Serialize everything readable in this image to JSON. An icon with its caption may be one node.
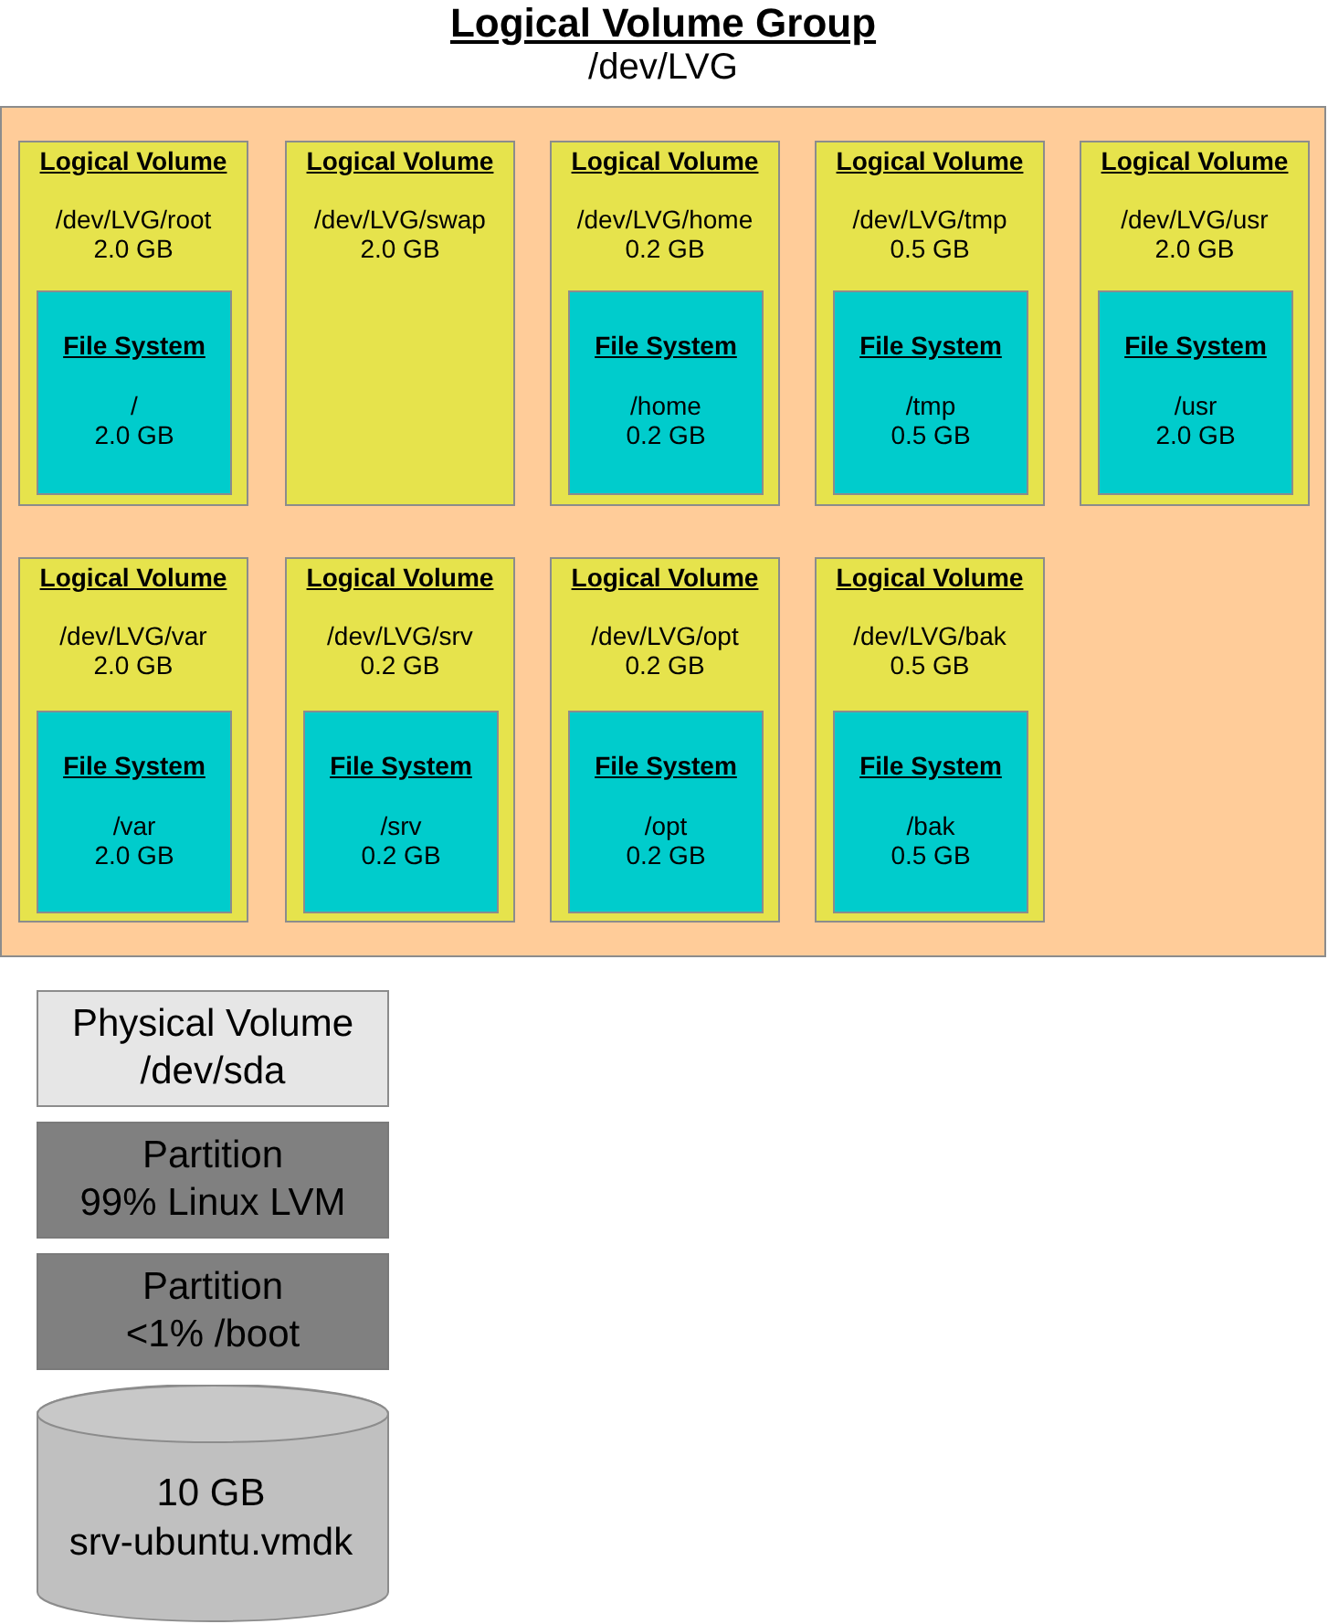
{
  "diagram": {
    "nodes": [
      {
        "text": [
          "Logical Volume Group",
          "/dev/LVG"
        ]
      },
      {
        "text": [
          "Logical Volume",
          "/dev/LVG/root 2.0 GB"
        ],
        "in": 0
      },
      {
        "text": [
          "File System",
          "/ 2.0 GB"
        ],
        "in": 1
      },
      {
        "text": [
          "Logical Volume",
          "/dev/LVG/swap 2.0 GB"
        ],
        "in": 0
      },
      {
        "text": [
          "Logical Volume",
          "/dev/LVG/home 0.2 GB"
        ],
        "in": 0
      },
      {
        "text": [
          "File System",
          "/home 0.2 GB"
        ],
        "in": 4
      },
      {
        "text": [
          "Logical Volume",
          "/dev/LVG/tmp 0.5 GB"
        ],
        "in": 0
      },
      {
        "text": [
          "File System",
          "/tmp 0.5 GB"
        ],
        "in": 6
      },
      {
        "text": [
          "Logical Volume",
          "/dev/LVG/usr 2.0 GB"
        ],
        "in": 0
      },
      {
        "text": [
          "File System",
          "/usr 2.0 GB"
        ],
        "in": 8
      },
      {
        "text": [
          "Logical Volume",
          "/dev/LVG/var 2.0 GB"
        ],
        "in": 0
      },
      {
        "text": [
          "File System",
          "/var 2.0 GB"
        ],
        "in": 10
      },
      {
        "text": [
          "Logical Volume",
          "/dev/LVG/srv 0.2 GB"
        ],
        "in": 0
      },
      {
        "text": [
          "File System",
          "/srv 0.2 GB"
        ],
        "in": 12
      },
      {
        "text": [
          "Logical Volume",
          "/dev/LVG/opt 0.2 GB"
        ],
        "in": 0
      },
      {
        "text": [
          "File System",
          "/opt 0.2 GB"
        ],
        "in": 14
      },
      {
        "text": [
          "Logical Volume",
          "/dev/LVG/bak 0.5 GB"
        ],
        "in": 0
      },
      {
        "text": [
          "File System",
          "/bak 0.5 GB"
        ],
        "in": 16
      },
      {
        "text": [
          "Physical Volume",
          "/dev/sda"
        ]
      },
      {
        "text": [
          "Partition",
          "99% Linux LVM"
        ]
      },
      {
        "text": [
          "Partition",
          "<1% /boot"
        ]
      },
      {
        "text": [
          "10 GB",
          "srv-ubuntu.vmdk"
        ]
      }
    ]
  }
}
